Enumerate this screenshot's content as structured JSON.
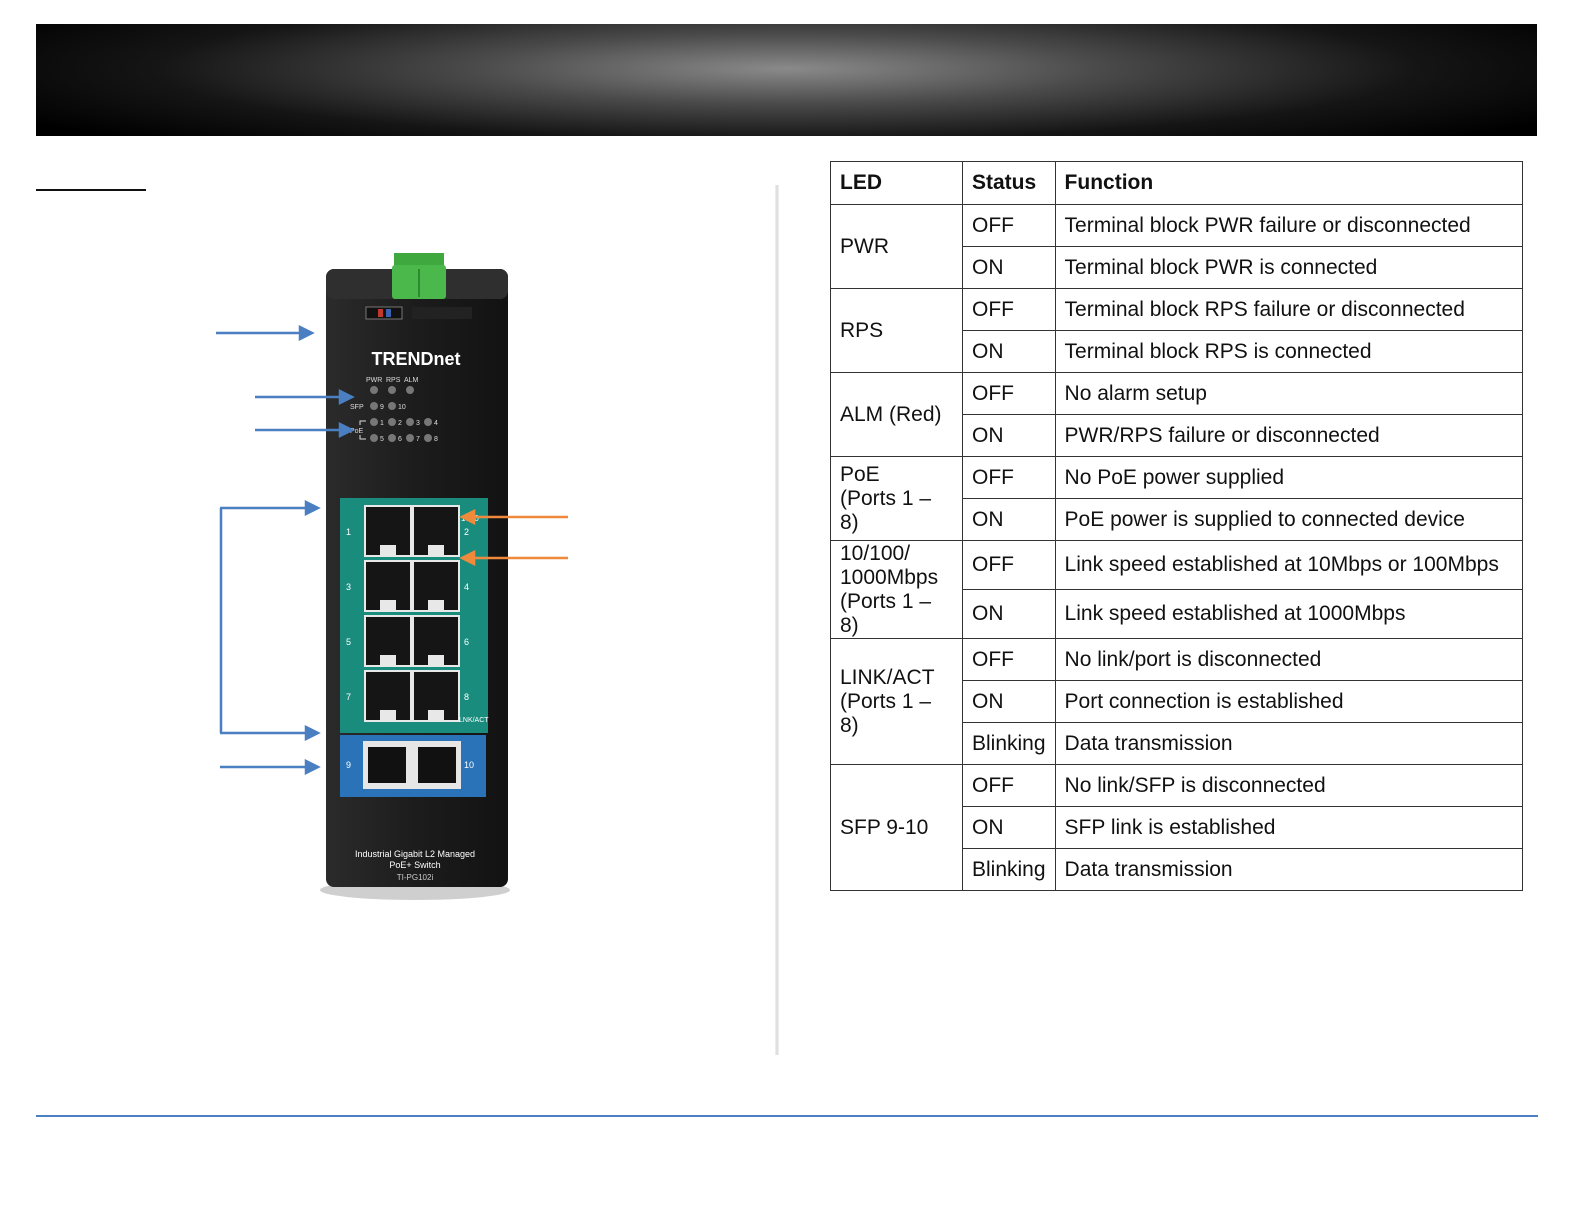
{
  "device": {
    "brand": "TRENDnet",
    "led_labels": {
      "pwr": "PWR",
      "rps": "RPS",
      "alm": "ALM",
      "sfp": "SFP",
      "poe": "PoE"
    },
    "port_numbers": [
      "1",
      "2",
      "3",
      "4",
      "5",
      "6",
      "7",
      "8",
      "9",
      "10"
    ],
    "sfp_led_numbers": [
      "9",
      "10"
    ],
    "poe_led_numbers": [
      "1",
      "2",
      "3",
      "4",
      "5",
      "6",
      "7",
      "8"
    ],
    "port_labels": {
      "speed": "1000",
      "link": "LNK/ACT"
    },
    "caption_line1": "Industrial Gigabit L2 Managed",
    "caption_line2": "PoE+ Switch",
    "model": "TI-PG102i",
    "colors": {
      "body": "#1e1e1e",
      "rj45_panel": "#1a8c7e",
      "sfp_panel": "#2a73b8",
      "terminal": "#4bb84b",
      "blue_arrow": "#4a7fc1",
      "orange_arrow": "#ef8a3c"
    }
  },
  "table": {
    "headers": [
      "LED",
      "Status",
      "Function"
    ],
    "groups": [
      {
        "led": "PWR",
        "rows": [
          {
            "status": "OFF",
            "function": "Terminal block PWR failure or disconnected"
          },
          {
            "status": "ON",
            "function": "Terminal block PWR is connected"
          }
        ]
      },
      {
        "led": "RPS",
        "rows": [
          {
            "status": "OFF",
            "function": "Terminal block RPS failure or disconnected"
          },
          {
            "status": "ON",
            "function": "Terminal block RPS is connected"
          }
        ]
      },
      {
        "led": "ALM (Red)",
        "rows": [
          {
            "status": "OFF",
            "function": "No alarm setup"
          },
          {
            "status": "ON",
            "function": "PWR/RPS failure or disconnected"
          }
        ]
      },
      {
        "led_lines": [
          "PoE",
          "(Ports 1 – 8)"
        ],
        "rows": [
          {
            "status": "OFF",
            "function": "No PoE power supplied"
          },
          {
            "status": "ON",
            "function": "PoE power is supplied to connected device"
          }
        ]
      },
      {
        "led_lines": [
          "10/100/",
          "1000Mbps",
          "(Ports 1 – 8)"
        ],
        "rows": [
          {
            "status": "OFF",
            "function": "Link speed established at 10Mbps or 100Mbps"
          },
          {
            "status": "ON",
            "function": "Link speed established at 1000Mbps"
          }
        ]
      },
      {
        "led_lines": [
          "LINK/ACT",
          "(Ports 1 – 8)"
        ],
        "rows": [
          {
            "status": "OFF",
            "function": "No link/port is disconnected"
          },
          {
            "status": "ON",
            "function": "Port connection is established"
          },
          {
            "status": "Blinking",
            "function": "Data transmission"
          }
        ]
      },
      {
        "led": "SFP 9-10",
        "rows": [
          {
            "status": "OFF",
            "function": "No link/SFP is disconnected"
          },
          {
            "status": "ON",
            "function": "SFP link is established"
          },
          {
            "status": "Blinking",
            "function": "Data transmission"
          }
        ]
      }
    ]
  }
}
